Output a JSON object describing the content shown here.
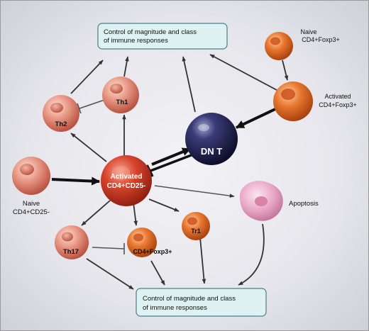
{
  "boxes": {
    "top": {
      "line1": "Control of magnitude and class",
      "line2": "of immune responses"
    },
    "bottom": {
      "line1": "Control of magnitude and class",
      "line2": "of immune responses"
    }
  },
  "cells": {
    "th1": "Th1",
    "th2": "Th2",
    "th17": "Th17",
    "tr1": "Tr1",
    "cd4_foxp3": "CD4+Foxp3+",
    "activated_cd25": {
      "line1": "Activated",
      "line2": "CD4+CD25-"
    },
    "naive_cd25": {
      "line1": "Naive",
      "line2": "CD4+CD25-"
    },
    "naive_foxp3": {
      "line1": "Naive",
      "line2": "CD4+Foxp3+"
    },
    "activated_foxp3": {
      "line1": "Activated",
      "line2": "CD4+Foxp3+"
    },
    "dnt": "DN T",
    "apoptosis": "Apoptosis"
  },
  "colors": {
    "salmon": "#e48a78",
    "orange": "#e0692a",
    "navy": "#1c1c4a",
    "pink": "#e7a6c4",
    "red": "#cc3320",
    "box_fill": "#dff2f2",
    "box_stroke": "#4a7f8a"
  }
}
